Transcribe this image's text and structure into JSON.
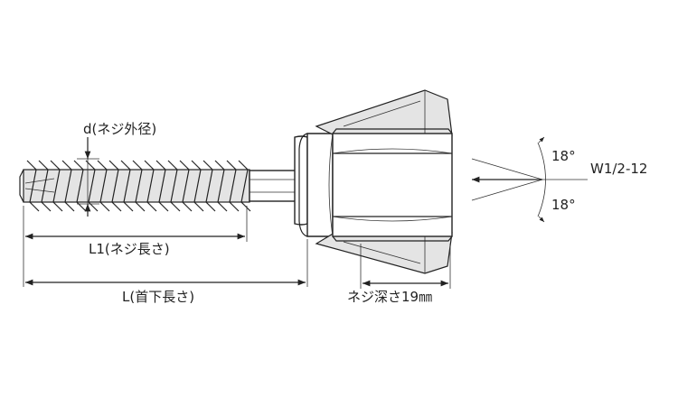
{
  "labels": {
    "thread_outer_dia": "d(ネジ外径)",
    "thread_length": "L1(ネジ長さ)",
    "under_head_length": "L(首下長さ)",
    "thread_depth": "ネジ深さ19㎜",
    "angle_upper": "18°",
    "angle_lower": "18°",
    "thread_spec": "W1/2-12"
  }
}
